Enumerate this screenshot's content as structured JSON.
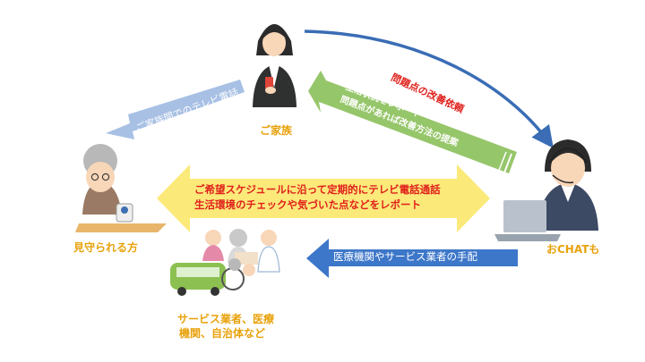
{
  "actors": {
    "family": "ご家族",
    "watched": "見守られる方",
    "operator": "おCHATも",
    "providers_line1": "サービス業者、医療",
    "providers_line2": "機関、自治体など"
  },
  "flows": {
    "improvement_request": "問題点の改善依頼",
    "family_call": "ご家族間でのテレビ電話",
    "report_line1": "生活状況をレポート",
    "report_line2": "問題点があれば改善方法の提案",
    "schedule_line1": "ご希望スケジュールに沿って定期的にテレビ電話通話",
    "schedule_line2": "生活環境のチェックや気づいた点などをレポート",
    "arrange": "医療機関やサービス業者の手配"
  },
  "colors": {
    "orange_label": "#e8a20c",
    "red_text": "#e0201b",
    "blue_arrow": "#3d77c9",
    "light_blue_arrow": "#9cb8e0",
    "green_arrow": "#96c66a",
    "yellow_arrow": "#fbe97a",
    "curve": "#3a6db5"
  }
}
